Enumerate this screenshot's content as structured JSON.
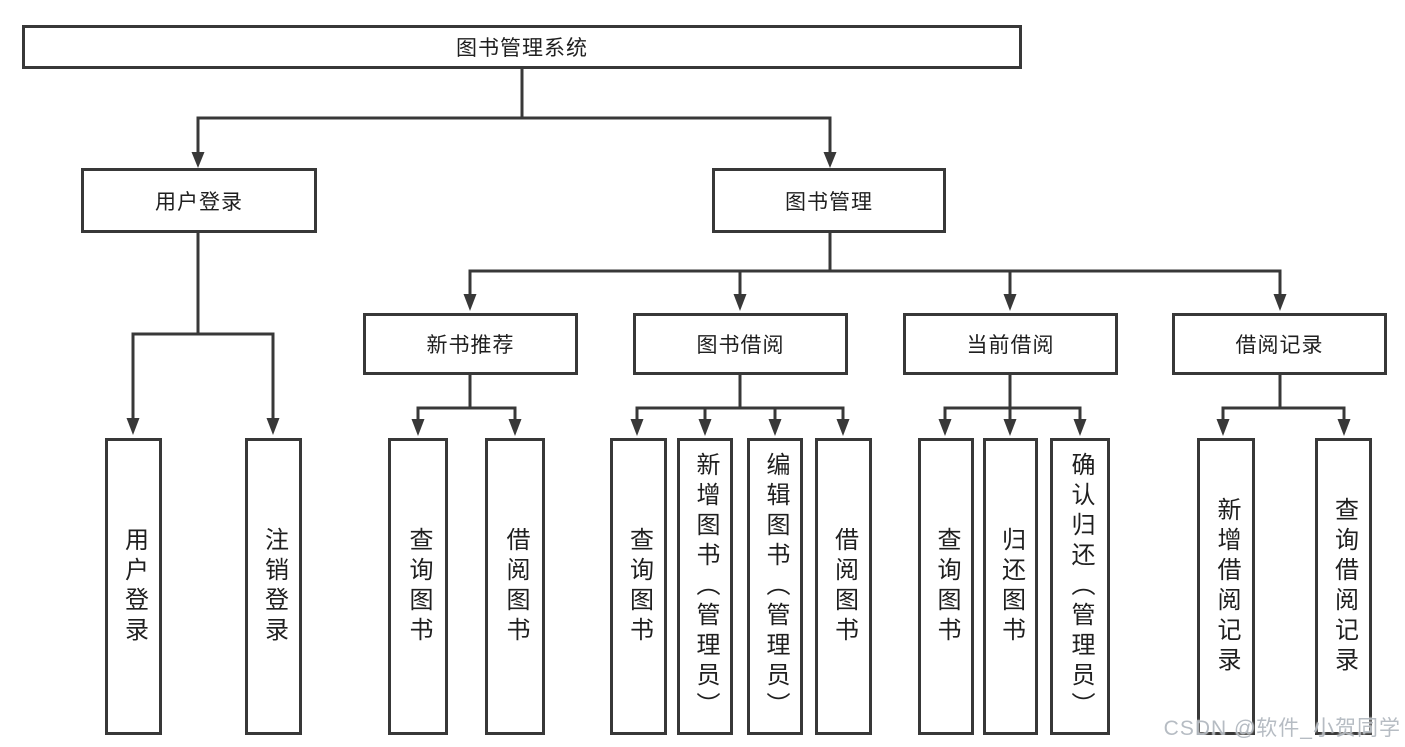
{
  "diagram": {
    "root": "图书管理系统",
    "level2": {
      "user_login": "用户登录",
      "book_mgmt": "图书管理"
    },
    "level3": {
      "new_book": "新书推荐",
      "book_borrow": "图书借阅",
      "current_borrow": "当前借阅",
      "borrow_records": "借阅记录"
    },
    "leaves": {
      "user_login": [
        "用户登录",
        "注销登录"
      ],
      "new_book": [
        "查询图书",
        "借阅图书"
      ],
      "book_borrow": [
        "查询图书",
        "新增图书（管理员）",
        "编辑图书（管理员）",
        "借阅图书"
      ],
      "current_borrow": [
        "查询图书",
        "归还图书",
        "确认归还（管理员）"
      ],
      "borrow_records": [
        "新增借阅记录",
        "查询借阅记录"
      ]
    },
    "watermark": "CSDN @软件_小贺同学",
    "colors": {
      "line": "#383838",
      "text": "#1f1f1f",
      "watermark": "#b3b9c0",
      "background": "#ffffff"
    }
  }
}
